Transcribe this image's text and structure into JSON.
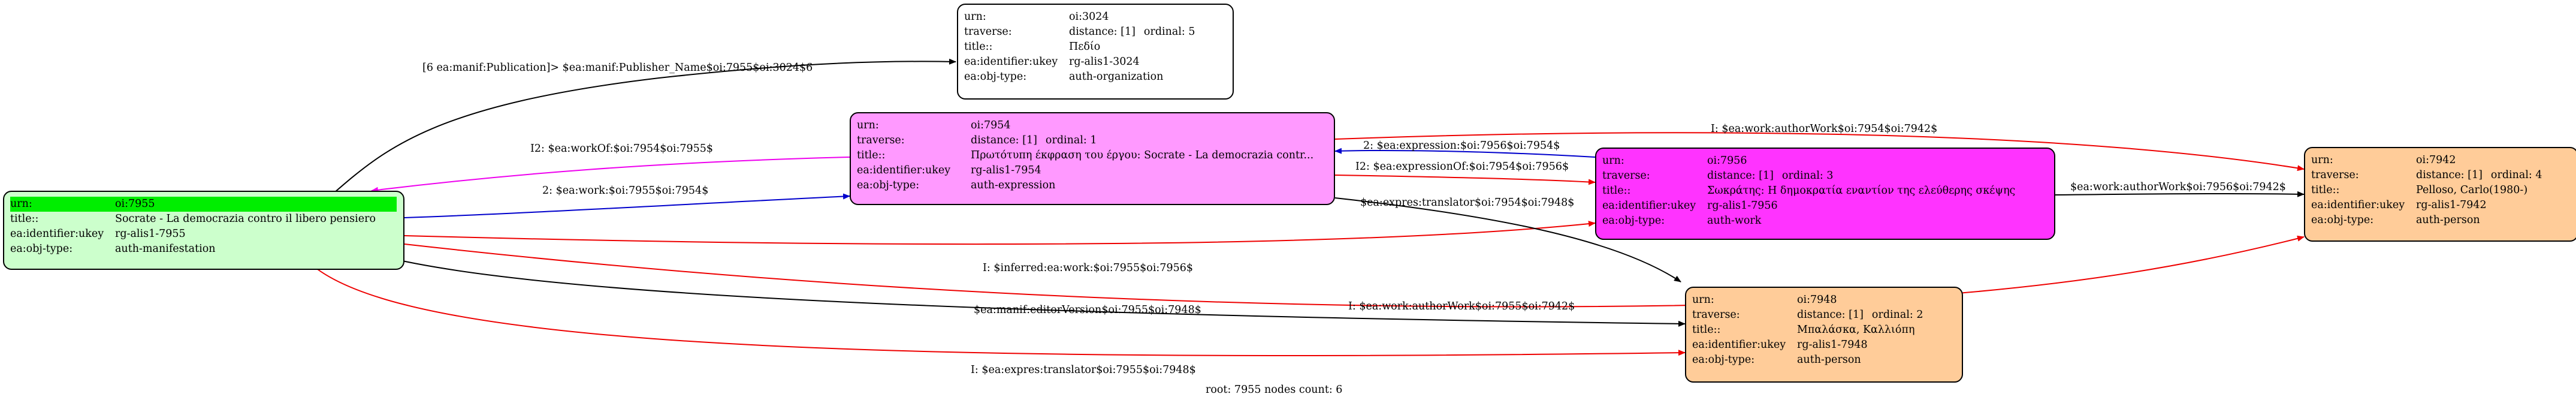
{
  "colors": {
    "root_fill": "#ccffcc",
    "root_highlight": "#00ee00",
    "expression_fill": "#ff99ff",
    "work_fill": "#ff33ff",
    "person_fill": "#ffcc99",
    "org_fill": "#ffffff",
    "edge_black": "#000000",
    "edge_blue": "#0000cc",
    "edge_red": "#ee0000",
    "edge_magenta": "#ee00ee"
  },
  "nodes": {
    "n3024": {
      "urn_key": "urn:",
      "urn_val": "oi:3024",
      "traverse_key": "traverse:",
      "traverse_val": "distance: [1]",
      "ordinal": "ordinal: 5",
      "title_key": "title::",
      "title_val": "Πεδίο",
      "ukey_key": "ea:identifier:ukey",
      "ukey_val": "rg-alis1-3024",
      "type_key": "ea:obj-type:",
      "type_val": "auth-organization"
    },
    "n7954": {
      "urn_key": "urn:",
      "urn_val": "oi:7954",
      "traverse_key": "traverse:",
      "traverse_val": "distance: [1]",
      "ordinal": "ordinal: 1",
      "title_key": "title::",
      "title_val": "Πρωτότυπη έκφραση του έργου: Socrate - La democrazia contr...",
      "ukey_key": "ea:identifier:ukey",
      "ukey_val": "rg-alis1-7954",
      "type_key": "ea:obj-type:",
      "type_val": "auth-expression"
    },
    "n7955": {
      "urn_key": "urn:",
      "urn_val": "oi:7955",
      "title_key": "title::",
      "title_val": "Socrate - La democrazia contro il libero pensiero",
      "ukey_key": "ea:identifier:ukey",
      "ukey_val": "rg-alis1-7955",
      "type_key": "ea:obj-type:",
      "type_val": "auth-manifestation"
    },
    "n7956": {
      "urn_key": "urn:",
      "urn_val": "oi:7956",
      "traverse_key": "traverse:",
      "traverse_val": "distance: [1]",
      "ordinal": "ordinal: 3",
      "title_key": "title::",
      "title_val": "Σωκράτης: Η δημοκρατία εναντίον της ελεύθερης σκέψης",
      "ukey_key": "ea:identifier:ukey",
      "ukey_val": "rg-alis1-7956",
      "type_key": "ea:obj-type:",
      "type_val": "auth-work"
    },
    "n7942": {
      "urn_key": "urn:",
      "urn_val": "oi:7942",
      "traverse_key": "traverse:",
      "traverse_val": "distance: [1]",
      "ordinal": "ordinal: 4",
      "title_key": "title::",
      "title_val": "Pelloso, Carlo(1980-)",
      "ukey_key": "ea:identifier:ukey",
      "ukey_val": "rg-alis1-7942",
      "type_key": "ea:obj-type:",
      "type_val": "auth-person"
    },
    "n7948": {
      "urn_key": "urn:",
      "urn_val": "oi:7948",
      "traverse_key": "traverse:",
      "traverse_val": "distance: [1]",
      "ordinal": "ordinal: 2",
      "title_key": "title::",
      "title_val": "Μπαλάσκα, Καλλιόπη",
      "ukey_key": "ea:identifier:ukey",
      "ukey_val": "rg-alis1-7948",
      "type_key": "ea:obj-type:",
      "type_val": "auth-person"
    }
  },
  "edges": [
    {
      "id": "e-publisher",
      "label": "[6 ea:manif:Publication]> $ea:manif:Publisher_Name$oi:7955$oi:3024$6",
      "color": "#000000"
    },
    {
      "id": "e-workof",
      "label": "I2: $ea:workOf:$oi:7954$oi:7955$",
      "color": "#ee00ee"
    },
    {
      "id": "e-work",
      "label": "2: $ea:work:$oi:7955$oi:7954$",
      "color": "#0000cc"
    },
    {
      "id": "e-inferred-work",
      "label": "I: $inferred:ea:work:$oi:7955$oi:7956$",
      "color": "#ee0000"
    },
    {
      "id": "e-authorwork-7955",
      "label": "I: $ea:work:authorWork$oi:7955$oi:7942$",
      "color": "#ee0000"
    },
    {
      "id": "e-editor",
      "label": "$ea:manif:editorVersion$oi:7955$oi:7948$",
      "color": "#000000"
    },
    {
      "id": "e-translator-7955",
      "label": "I: $ea:expres:translator$oi:7955$oi:7948$",
      "color": "#ee0000"
    },
    {
      "id": "e-expression",
      "label": "2: $ea:expression:$oi:7956$oi:7954$",
      "color": "#0000cc"
    },
    {
      "id": "e-expressionof",
      "label": "I2: $ea:expressionOf:$oi:7954$oi:7956$",
      "color": "#ee0000"
    },
    {
      "id": "e-authorwork-7954",
      "label": "I: $ea:work:authorWork$oi:7954$oi:7942$",
      "color": "#ee0000"
    },
    {
      "id": "e-translator-7954",
      "label": "$ea:expres:translator$oi:7954$oi:7948$",
      "color": "#000000"
    },
    {
      "id": "e-authorwork-7956",
      "label": "$ea:work:authorWork$oi:7956$oi:7942$",
      "color": "#000000"
    }
  ],
  "footer": "root: 7955 nodes count: 6"
}
